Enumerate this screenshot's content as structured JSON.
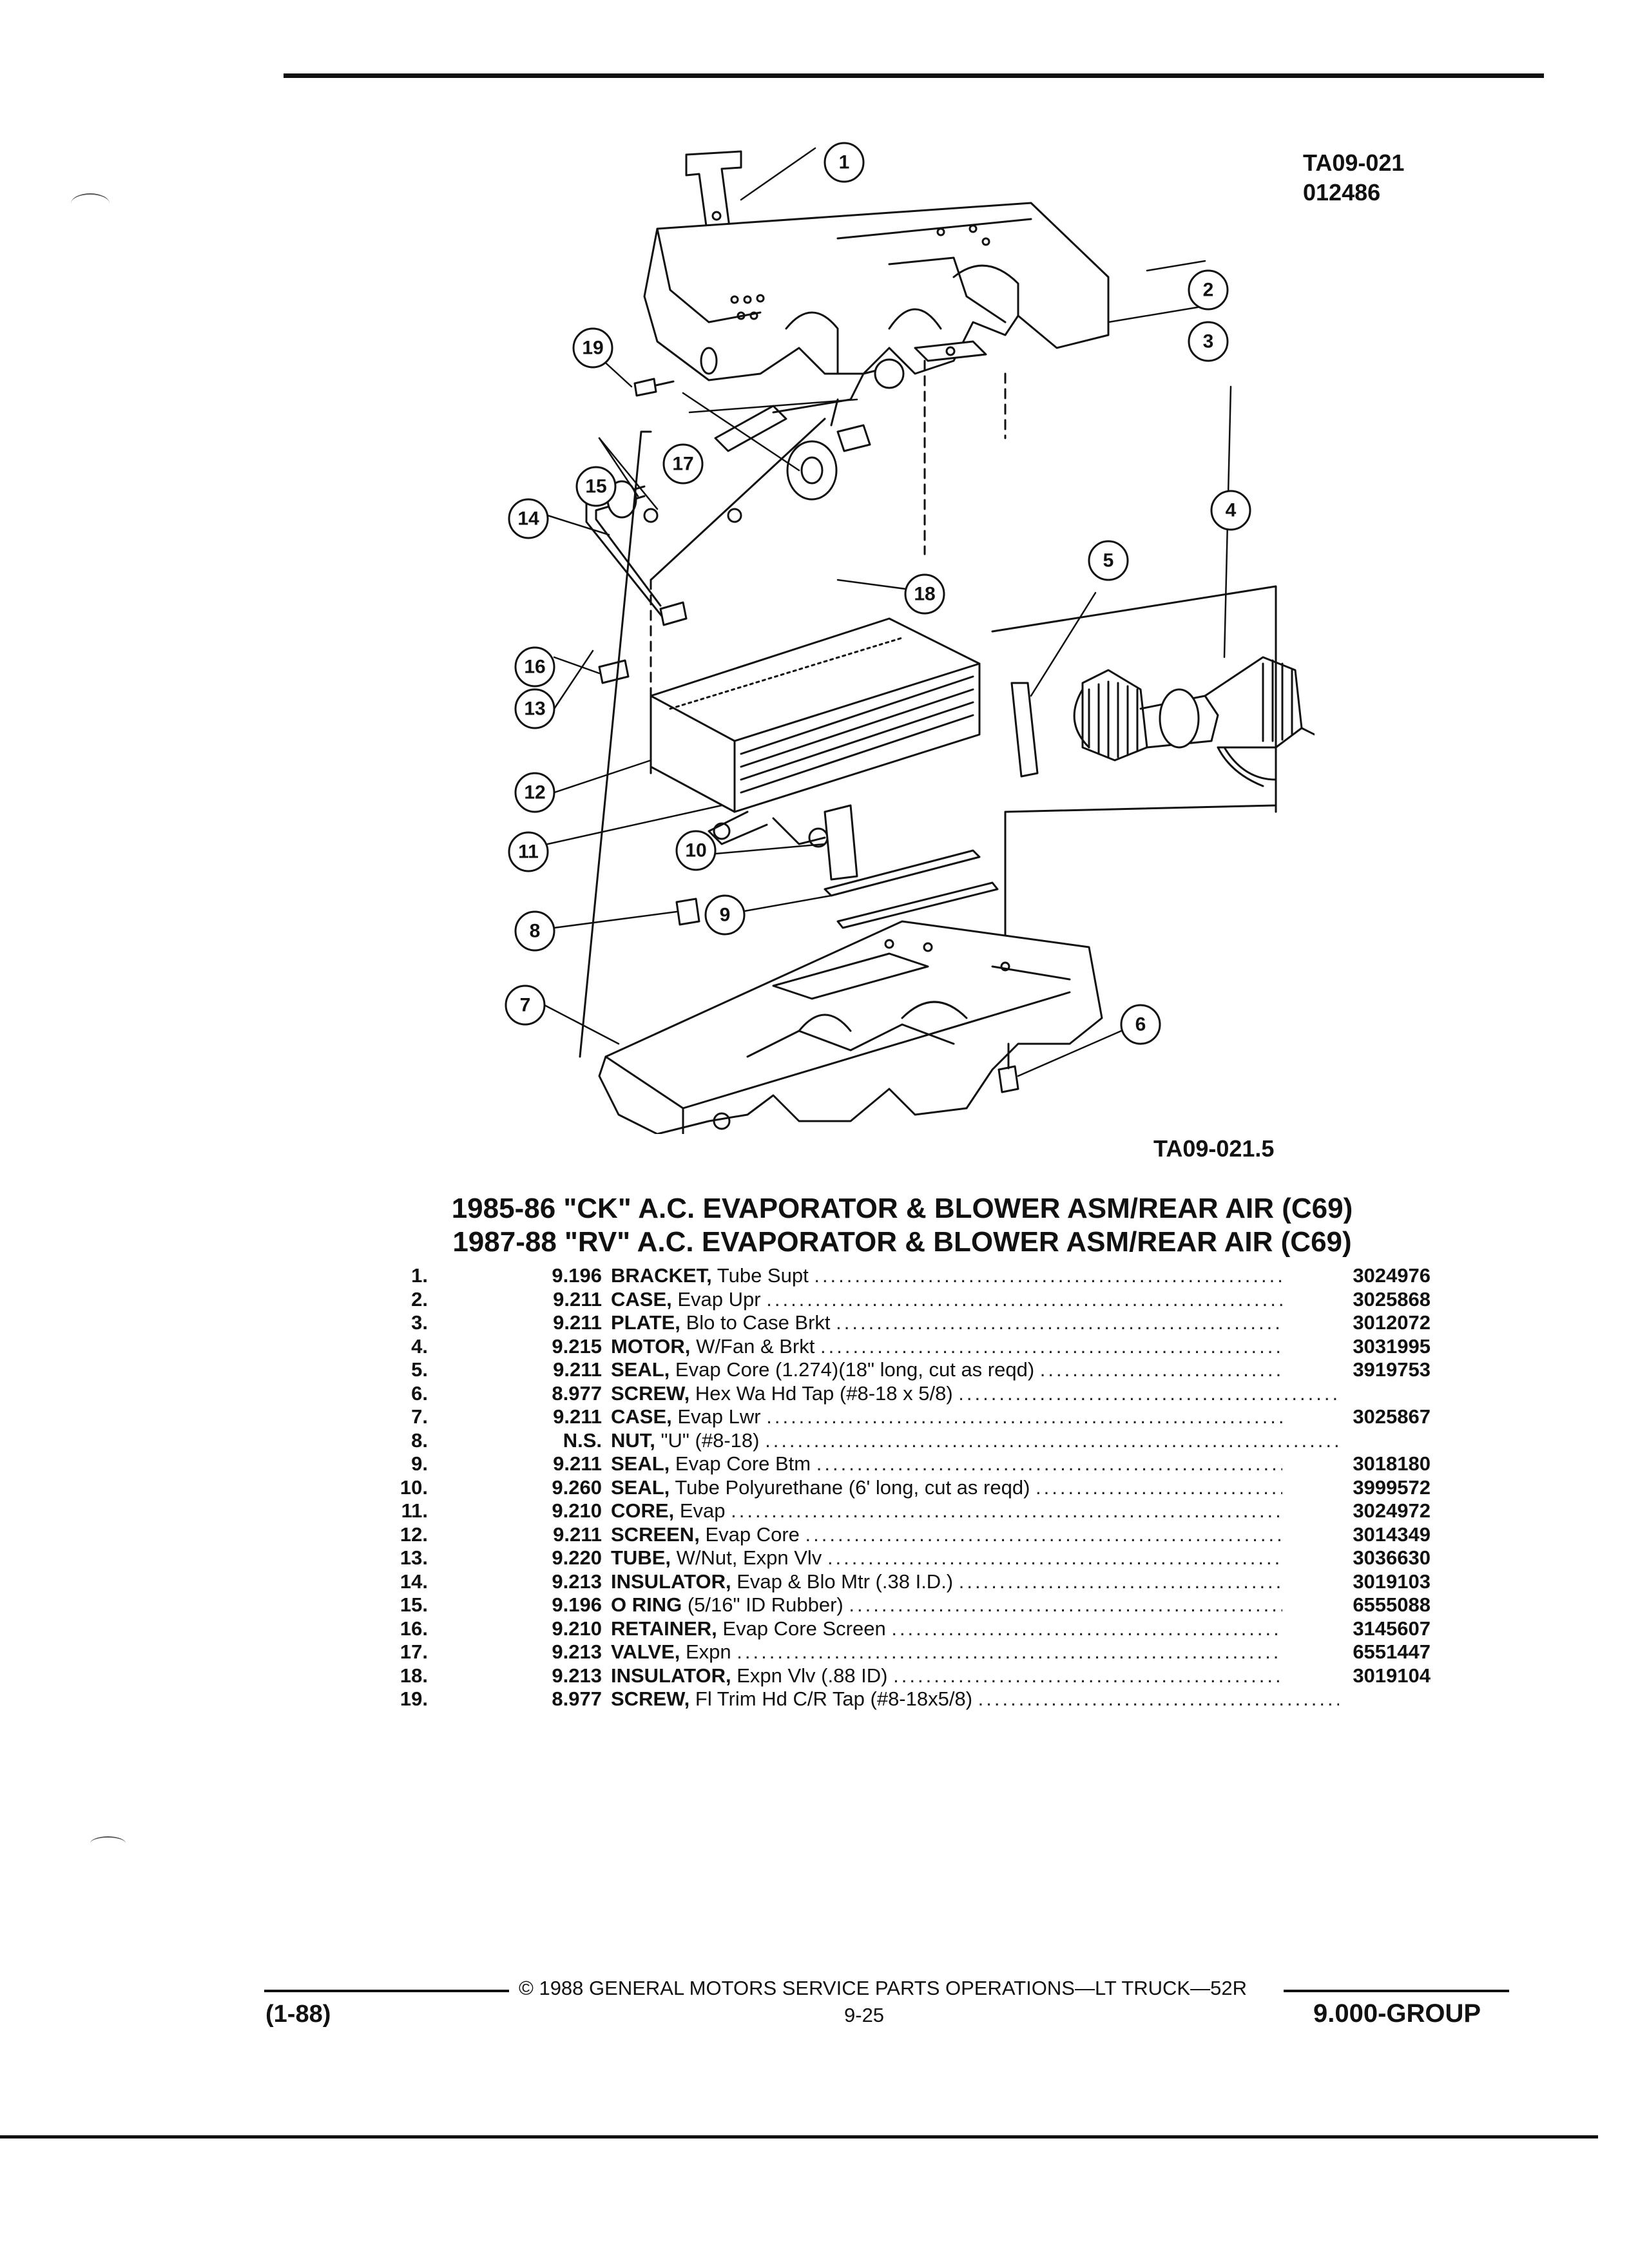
{
  "drawing_id_top": [
    "TA09-021",
    "012486"
  ],
  "drawing_id_bottom": "TA09-021.5",
  "callouts": [
    "1",
    "2",
    "3",
    "4",
    "5",
    "6",
    "7",
    "8",
    "9",
    "10",
    "11",
    "12",
    "13",
    "14",
    "15",
    "16",
    "17",
    "18",
    "19"
  ],
  "title_lines": [
    "1985-86 \"CK\" A.C. EVAPORATOR & BLOWER ASM/REAR AIR (C69)",
    "1987-88 \"RV\" A.C. EVAPORATOR & BLOWER ASM/REAR AIR (C69)"
  ],
  "parts": [
    {
      "num": "1.",
      "group": "9.196",
      "name": "BRACKET,",
      "detail": "Tube Supt",
      "part_no": "3024976"
    },
    {
      "num": "2.",
      "group": "9.211",
      "name": "CASE,",
      "detail": "Evap Upr",
      "part_no": "3025868"
    },
    {
      "num": "3.",
      "group": "9.211",
      "name": "PLATE,",
      "detail": "Blo to Case Brkt",
      "part_no": "3012072"
    },
    {
      "num": "4.",
      "group": "9.215",
      "name": "MOTOR,",
      "detail": "W/Fan & Brkt",
      "part_no": "3031995"
    },
    {
      "num": "5.",
      "group": "9.211",
      "name": "SEAL,",
      "detail": "Evap Core (1.274)(18\" long, cut as reqd)",
      "part_no": "3919753"
    },
    {
      "num": "6.",
      "group": "8.977",
      "name": "SCREW,",
      "detail": "Hex Wa Hd Tap (#8-18 x 5/8)",
      "part_no": ""
    },
    {
      "num": "7.",
      "group": "9.211",
      "name": "CASE,",
      "detail": "Evap Lwr",
      "part_no": "3025867"
    },
    {
      "num": "8.",
      "group": "N.S.",
      "name": "NUT,",
      "detail": "\"U\" (#8-18)",
      "part_no": ""
    },
    {
      "num": "9.",
      "group": "9.211",
      "name": "SEAL,",
      "detail": "Evap Core Btm",
      "part_no": "3018180"
    },
    {
      "num": "10.",
      "group": "9.260",
      "name": "SEAL,",
      "detail": "Tube Polyurethane (6' long, cut as reqd)",
      "part_no": "3999572"
    },
    {
      "num": "11.",
      "group": "9.210",
      "name": "CORE,",
      "detail": "Evap",
      "part_no": "3024972"
    },
    {
      "num": "12.",
      "group": "9.211",
      "name": "SCREEN,",
      "detail": "Evap Core",
      "part_no": "3014349"
    },
    {
      "num": "13.",
      "group": "9.220",
      "name": "TUBE,",
      "detail": "W/Nut, Expn Vlv",
      "part_no": "3036630"
    },
    {
      "num": "14.",
      "group": "9.213",
      "name": "INSULATOR,",
      "detail": "Evap & Blo Mtr (.38 I.D.)",
      "part_no": "3019103"
    },
    {
      "num": "15.",
      "group": "9.196",
      "name": "O RING",
      "detail": "(5/16\" ID Rubber)",
      "part_no": "6555088"
    },
    {
      "num": "16.",
      "group": "9.210",
      "name": "RETAINER,",
      "detail": "Evap Core Screen",
      "part_no": "3145607"
    },
    {
      "num": "17.",
      "group": "9.213",
      "name": "VALVE,",
      "detail": "Expn",
      "part_no": "6551447"
    },
    {
      "num": "18.",
      "group": "9.213",
      "name": "INSULATOR,",
      "detail": "Expn Vlv (.88 ID)",
      "part_no": "3019104"
    },
    {
      "num": "19.",
      "group": "8.977",
      "name": "SCREW,",
      "detail": "Fl Trim Hd C/R Tap (#8-18x5/8)",
      "part_no": ""
    }
  ],
  "footer": {
    "copyright": "© 1988 GENERAL MOTORS SERVICE PARTS OPERATIONS—LT TRUCK—52R",
    "revision": "(1-88)",
    "page": "9-25",
    "group": "9.000-GROUP"
  }
}
